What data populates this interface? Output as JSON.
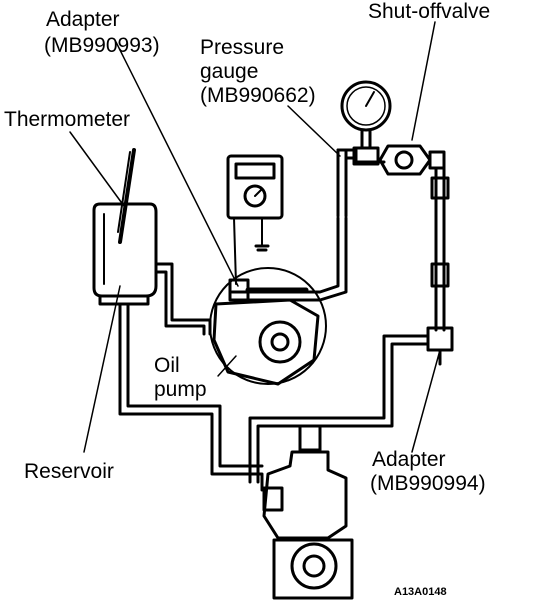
{
  "labels": {
    "adapter_top": "Adapter",
    "adapter_top_part": "(MB990993)",
    "pressure_gauge_1": "Pressure",
    "pressure_gauge_2": "gauge",
    "pressure_gauge_part": "(MB990662)",
    "shutoff_valve": "Shut-offvalve",
    "thermometer": "Thermometer",
    "oil_pump_1": "Oil",
    "oil_pump_2": "pump",
    "reservoir": "Reservoir",
    "adapter_bottom": "Adapter",
    "adapter_bottom_part": "(MB990994)"
  },
  "figure_code": "A13A0148",
  "colors": {
    "ink": "#000000",
    "paper": "#ffffff"
  }
}
